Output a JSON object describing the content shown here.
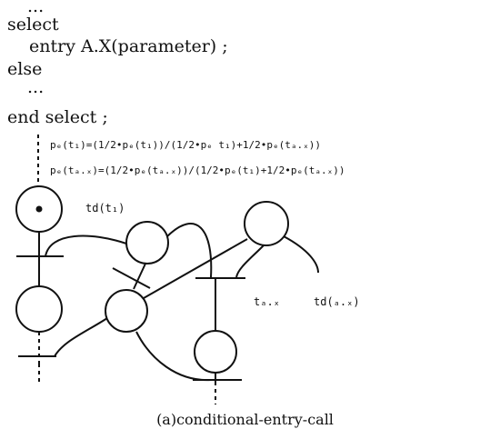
{
  "code": {
    "line1": "...",
    "line2": "select",
    "line3": "entry A.X(parameter) ;",
    "line4": "else",
    "line5": "...",
    "line6": "end select ;"
  },
  "formulas": {
    "eq1": "pₑ(t₁)=(1/2•pₑ(t₁))/(1/2•pₑ t₁)+1/2•pₑ(tₐ.ₓ))",
    "eq2": "pₑ(tₐ.ₓ)=(1/2•pₑ(tₐ.ₓ))/(1/2•pₑ(t₁)+1/2•pₑ(tₐ.ₓ))"
  },
  "labels": {
    "td_t1": "td(t₁)",
    "t_ax": "tₐ.ₓ",
    "td_ax": "td(ₐ.ₓ)"
  },
  "caption": "(a)conditional-entry-call"
}
